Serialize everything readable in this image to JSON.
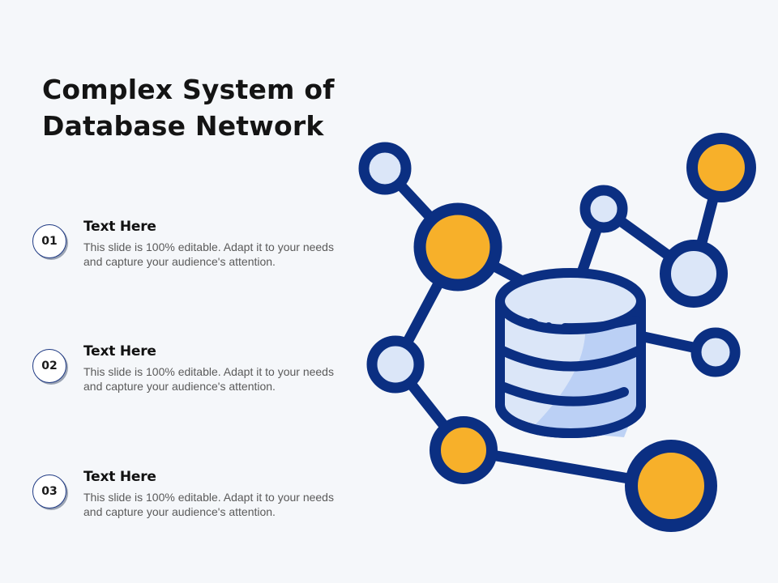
{
  "slide": {
    "title_line1": "Complex System of",
    "title_line2": "Database Network"
  },
  "items": [
    {
      "number": "01",
      "heading": "Text Here",
      "body": "This slide is 100% editable. Adapt it to your needs and capture your audience's attention."
    },
    {
      "number": "02",
      "heading": "Text Here",
      "body": "This slide is 100% editable. Adapt it to your needs and capture your audience's attention."
    },
    {
      "number": "03",
      "heading": "Text Here",
      "body": "This slide is 100% editable. Adapt it to your needs and capture your audience's attention."
    }
  ],
  "colors": {
    "navy": "#0b2f82",
    "orange": "#f7b02a",
    "light_blue": "#dbe6f8",
    "mid_blue": "#b7cdf4",
    "background": "#f5f7fa"
  },
  "icons": {
    "main": "database-network-icon"
  }
}
